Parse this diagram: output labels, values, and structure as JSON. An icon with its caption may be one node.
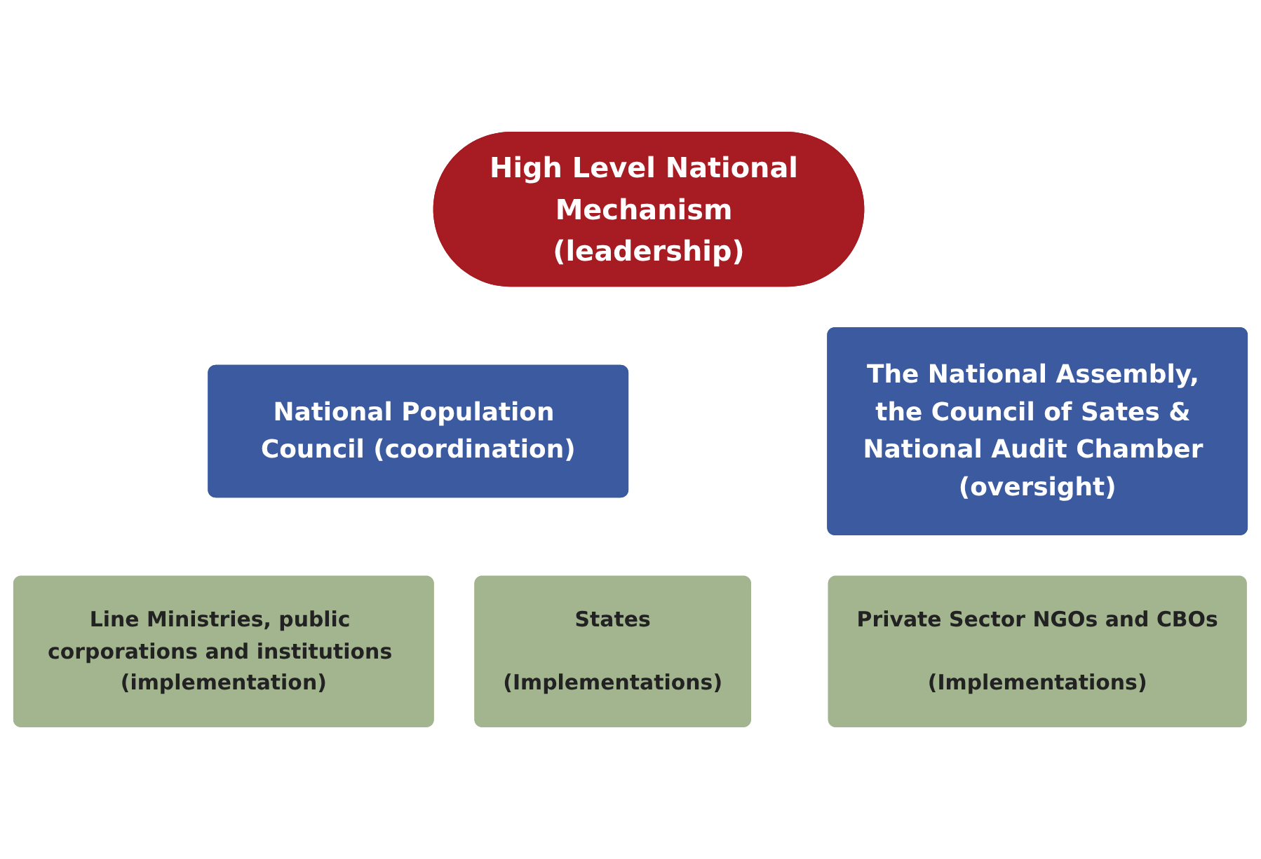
{
  "diagram": {
    "nodes": [
      {
        "text": [
          "High Level National Mechanism (leadership)"
        ]
      },
      {
        "text": [
          "National Population Council (coordination)"
        ]
      },
      {
        "text": [
          "The National Assembly, the Council of Sates & National Audit Chamber (oversight)"
        ]
      },
      {
        "text": [
          "Line Ministries, public corporations and institutions (implementation)"
        ]
      },
      {
        "text": [
          "States",
          "(Implementations)"
        ]
      },
      {
        "text": [
          "Private Sector NGOs and CBOs",
          "(Implementations)"
        ]
      }
    ],
    "edges": []
  }
}
